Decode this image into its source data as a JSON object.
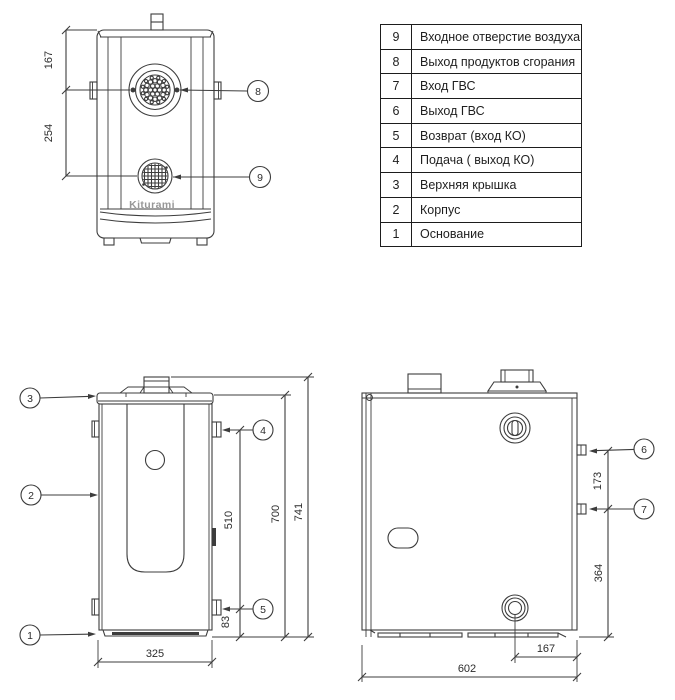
{
  "colors": {
    "line": "#3c3c3c",
    "background": "#ffffff",
    "table_border": "#1d1d1d",
    "logo_gray": "#979797"
  },
  "legend_table": {
    "rows": [
      {
        "num": "9",
        "label": "Входное отверстие воздуха"
      },
      {
        "num": "8",
        "label": "Выход продуктов сгорания"
      },
      {
        "num": "7",
        "label": "Вход ГВС"
      },
      {
        "num": "6",
        "label": "Выход ГВС"
      },
      {
        "num": "5",
        "label": "Возврат  (вход КО)"
      },
      {
        "num": "4",
        "label": "Подача ( выход КО)"
      },
      {
        "num": "3",
        "label": "Верхняя крышка"
      },
      {
        "num": "2",
        "label": "Корпус"
      },
      {
        "num": "1",
        "label": "Основание"
      }
    ]
  },
  "top_view": {
    "logo": "Kiturami",
    "dims": {
      "flue_offset": "167",
      "air_inlet_offset": "254"
    },
    "callouts": {
      "flue_exhaust": "8",
      "air_inlet": "9"
    }
  },
  "front_view": {
    "dims": {
      "width": "325",
      "pipe_span": "510",
      "return_height": "83",
      "body_height": "700",
      "total_height": "741"
    },
    "callouts": {
      "base": "1",
      "body": "2",
      "top_cover": "3",
      "supply": "4",
      "return": "5"
    }
  },
  "side_view": {
    "dims": {
      "depth": "602",
      "dhw_span": "173",
      "dhw_in_height": "364",
      "fitting_offset": "167"
    },
    "callouts": {
      "dhw_out": "6",
      "dhw_in": "7"
    }
  }
}
